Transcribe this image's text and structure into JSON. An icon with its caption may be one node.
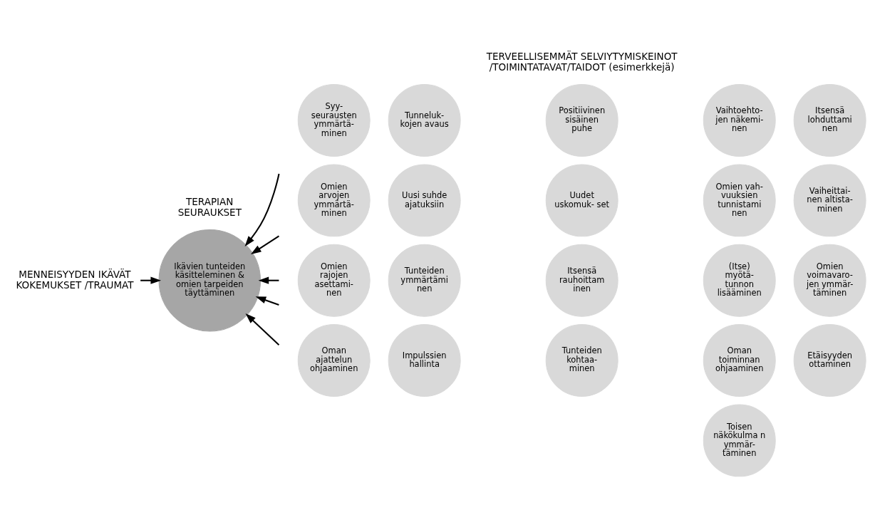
{
  "diagram": {
    "nodes": [
      {
        "text": [
          "MENNEISYYDEN IKÄVÄT KOKEMUKSET /TRAUMAT"
        ]
      },
      {
        "text": [
          "Ikävien tunteiden käsitteleminen & omien tarpeiden täyttäminen"
        ],
        "beside": [
          "TERAPIAN SEURAUKSET"
        ]
      },
      {
        "text": [
          "TERVEELLISEMMÄT SELVIYTYMISKEINOT /TOIMINTATAVAT/TAIDOT (esimerkkejä)"
        ]
      },
      {
        "text": [
          "Syy- seurausten ymmärtä- minen"
        ]
      },
      {
        "text": [
          "Omien arvojen ymmärtä- minen"
        ]
      },
      {
        "text": [
          "Omien rajojen asettami- nen"
        ]
      },
      {
        "text": [
          "Oman ajattelun ohjaaminen"
        ]
      },
      {
        "text": [
          "Tunneluk- kojen avaus"
        ]
      },
      {
        "text": [
          "Uusi suhde ajatuksiin"
        ]
      },
      {
        "text": [
          "Tunteiden ymmärtämi nen"
        ]
      },
      {
        "text": [
          "Impulssien hallinta"
        ]
      },
      {
        "text": [
          "Positiivinen sisäinen puhe"
        ]
      },
      {
        "text": [
          "Uudet uskomuk- set"
        ]
      },
      {
        "text": [
          "Itsensä rauhoittam inen"
        ]
      },
      {
        "text": [
          "Tunteiden kohtaa- minen"
        ]
      },
      {
        "text": [
          "Vaihtoehto- jen näkemi- nen"
        ]
      },
      {
        "text": [
          "Omien vah- vuuksien tunnistami nen"
        ]
      },
      {
        "text": [
          "(Itse) myötä- tunnon lisääminen"
        ]
      },
      {
        "text": [
          "Oman toiminnan ohjaaminen"
        ]
      },
      {
        "text": [
          "Toisen näkökulma n ymmär- täminen"
        ]
      },
      {
        "text": [
          "Itsensä lohduttami nen"
        ]
      },
      {
        "text": [
          "Vaiheittai- nen altista- minen"
        ]
      },
      {
        "text": [
          "Omien voimavaro- jen ymmär- täminen"
        ]
      },
      {
        "text": [
          "Etäisyyden ottaminen"
        ]
      }
    ],
    "edges": [
      {
        "from": 0,
        "to": 1,
        "arrow": "to"
      },
      {
        "from": null,
        "to": 1,
        "arrow": "to"
      },
      {
        "from": null,
        "to": 1,
        "arrow": "to"
      },
      {
        "from": null,
        "to": 1,
        "arrow": "to"
      },
      {
        "from": null,
        "to": 1,
        "arrow": "to"
      },
      {
        "from": null,
        "to": 1,
        "arrow": "to"
      }
    ]
  }
}
